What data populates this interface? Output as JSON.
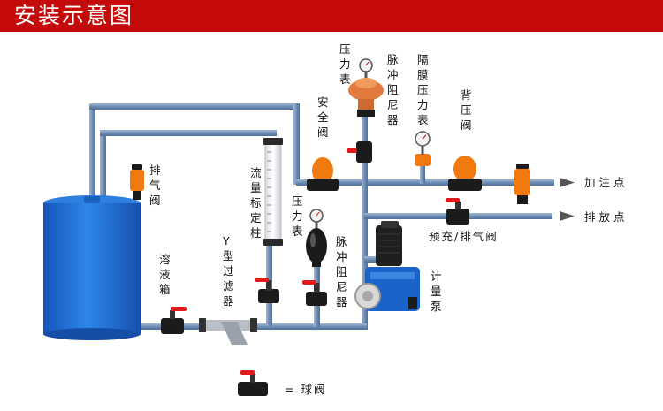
{
  "header": {
    "title": "安装示意图"
  },
  "labels": {
    "pressure_gauge_top": "压力表",
    "pulsation_damper_top": "脉冲阻尼器",
    "diaphragm_gauge": "隔膜压力表",
    "back_pressure_valve": "背压阀",
    "safety_valve": "安全阀",
    "vent_valve": "排气阀",
    "flow_column": "流量标定柱",
    "pressure_gauge_low": "压力表",
    "pulsation_damper_low": "脉冲阻尼器",
    "dosing_point": "加注点",
    "discharge_point": "排放点",
    "prime_vent_valve": "预充/排气阀",
    "solution_tank": "溶液箱",
    "y_strainer": "Y型过滤器",
    "metering_pump": "计量泵"
  },
  "legend": {
    "ball_valve_label": "= 球阀"
  },
  "colors": {
    "header_bg": "#c40a0a",
    "pipe": "#6e8db5",
    "tank": "#1f6fd6",
    "valve_orange": "#f07a10",
    "valve_red": "#e11b1b",
    "pump_blue": "#1a63c8"
  }
}
